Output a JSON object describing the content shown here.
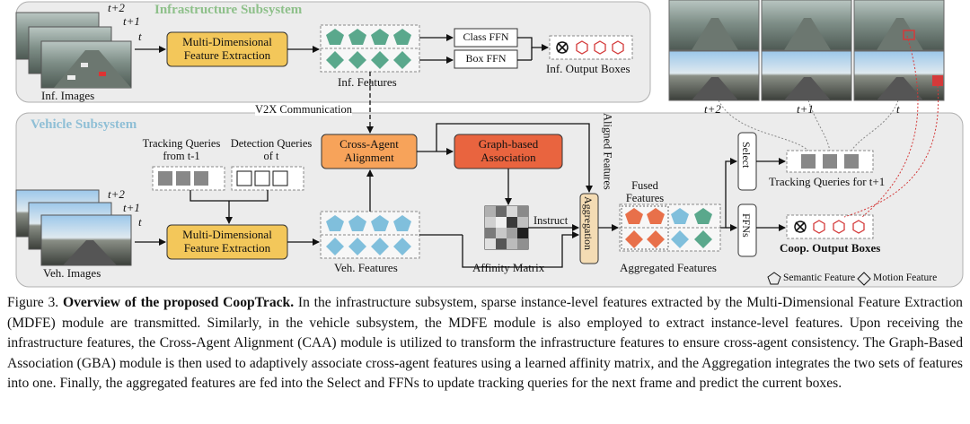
{
  "infra": {
    "title": "Infrastructure Subsystem",
    "images_label": "Inf. Images",
    "t2": "t+2",
    "t1": "t+1",
    "t": "t",
    "mdfe": "Multi-Dimensional Feature Extraction",
    "features_label": "Inf. Features",
    "class_ffn": "Class FFN",
    "box_ffn": "Box FFN",
    "output_label": "Inf. Output Boxes"
  },
  "v2x_label": "V2X Communication",
  "vehicle": {
    "title": "Vehicle Subsystem",
    "tracking_queries_label": "Tracking Queries from t-1",
    "detection_queries_label": "Detection Queries of t",
    "images_label": "Veh. Images",
    "t2": "t+2",
    "t1": "t+1",
    "t": "t",
    "mdfe": "Multi-Dimensional Feature Extraction",
    "features_label": "Veh. Features",
    "caa": "Cross-Agent Alignment",
    "gba": "Graph-based Association",
    "affinity_label": "Affinity Matrix",
    "instruct_label": "Instruct",
    "aligned_label": "Aligned Features",
    "aggregation_label": "Aggregation",
    "fused_label": "Fused Features",
    "aggregated_label": "Aggregated Features",
    "select_label": "Select",
    "ffns_label": "FFNs",
    "tracking_next_label": "Tracking Queries for t+1",
    "coop_output_label": "Coop. Output Boxes"
  },
  "timeline": [
    "t+2",
    "t+1",
    "t"
  ],
  "legend": {
    "semantic": "Semantic Feature",
    "motion": "Motion Feature"
  },
  "colors": {
    "mdfe_fill": "#f3c75a",
    "caa_fill": "#f7a35a",
    "gba_fill": "#e9643f",
    "teal": "#5aa88c",
    "blue": "#80bfdc",
    "orange": "#e8704a",
    "red": "#d43a3a",
    "panel": "#ececec",
    "infra_title": "#8ec08a",
    "vehicle_title": "#8fbfd6"
  },
  "caption": {
    "lead": "Figure 3. ",
    "bold": "Overview of the proposed CoopTrack.",
    "body": " In the infrastructure subsystem, sparse instance-level features extracted by the Multi-Dimensional Feature Extraction (MDFE) module are transmitted. Similarly, in the vehicle subsystem, the MDFE module is also employed to extract instance-level features.  Upon receiving the infrastructure features, the Cross-Agent Alignment (CAA) module is utilized to transform the infrastructure features to ensure cross-agent consistency.  The Graph-Based Association (GBA) module is then used to adaptively associate cross-agent features using a learned affinity matrix, and the Aggregation integrates the two sets of features into one. Finally, the aggregated features are fed into the Select and FFNs to update tracking queries for the next frame and predict the current boxes."
  }
}
